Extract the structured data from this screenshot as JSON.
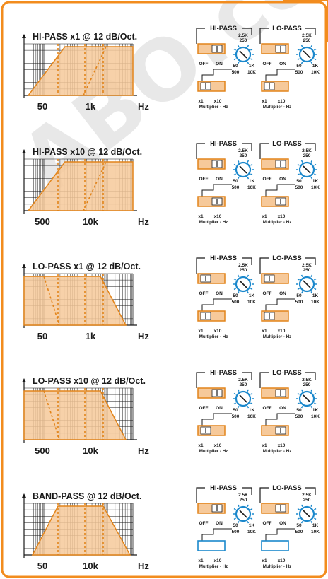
{
  "colors": {
    "frame": "#f28c1e",
    "fill": "#f6c99a",
    "curve": "#e2841a",
    "knob": "#1b88cc",
    "ink": "#1a1a1a",
    "slider_empty": "#1b88cc"
  },
  "watermark": "ABO.co",
  "hipass_header": "HI-PASS",
  "lopass_header": "LO-PASS",
  "knob_scale": {
    "top": "250",
    "top2": "2.5K",
    "bl": "50",
    "br": "1K"
  },
  "bottom_scale": {
    "l": "500",
    "r": "10K"
  },
  "switch_labels": {
    "off": "OFF",
    "on": "ON"
  },
  "multiplier": {
    "x1": "x1",
    "x10": "x10",
    "caption": "Multiplier - Hz"
  },
  "panels": [
    {
      "title": "HI-PASS x1 @ 12 dB/Oct.",
      "freq_labels": [
        "50",
        "1k",
        "Hz"
      ],
      "response": "hipass",
      "hp_switch": "on",
      "lp_switch": "on",
      "hp_mult": "x1",
      "lp_mult": "x1"
    },
    {
      "title": "HI-PASS x10 @ 12 dB/Oct.",
      "freq_labels": [
        "500",
        "10k",
        "Hz"
      ],
      "response": "hipass",
      "hp_switch": "on",
      "lp_switch": "on",
      "hp_mult": "x10",
      "lp_mult": "x10"
    },
    {
      "title": "LO-PASS x1 @ 12 dB/Oct.",
      "freq_labels": [
        "50",
        "1k",
        "Hz"
      ],
      "response": "lopass",
      "hp_switch": "off",
      "lp_switch": "off",
      "hp_mult": "x1",
      "lp_mult": "x1"
    },
    {
      "title": "LO-PASS x10 @ 12 dB/Oct.",
      "freq_labels": [
        "500",
        "10k",
        "Hz"
      ],
      "response": "lopass",
      "hp_switch": "on",
      "lp_switch": "on",
      "hp_mult": "x1",
      "lp_mult": "x10"
    },
    {
      "title": "BAND-PASS @ 12 dB/Oct.",
      "freq_labels": [
        "50",
        "10k",
        "Hz"
      ],
      "response": "bandpass",
      "hp_switch": "on",
      "lp_switch": "on",
      "hp_mult": "none",
      "lp_mult": "none"
    }
  ]
}
